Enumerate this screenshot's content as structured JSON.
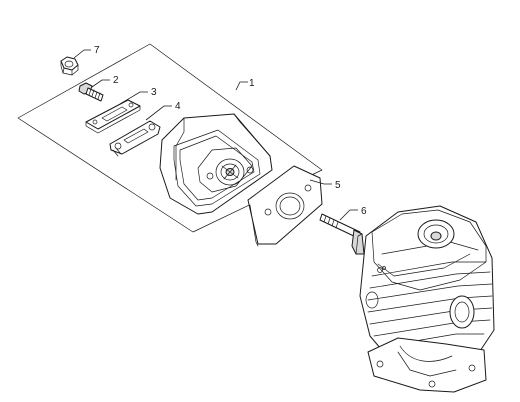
{
  "callouts": [
    {
      "id": "p1",
      "number": "1"
    },
    {
      "id": "p2",
      "number": "2"
    },
    {
      "id": "p3",
      "number": "3"
    },
    {
      "id": "p4",
      "number": "4"
    },
    {
      "id": "p5",
      "number": "5"
    },
    {
      "id": "p6",
      "number": "6"
    },
    {
      "id": "p7",
      "number": "7"
    }
  ],
  "colors": {
    "line": "#1a1a1a",
    "background": "#ffffff",
    "shade": "#d9d9d9"
  }
}
